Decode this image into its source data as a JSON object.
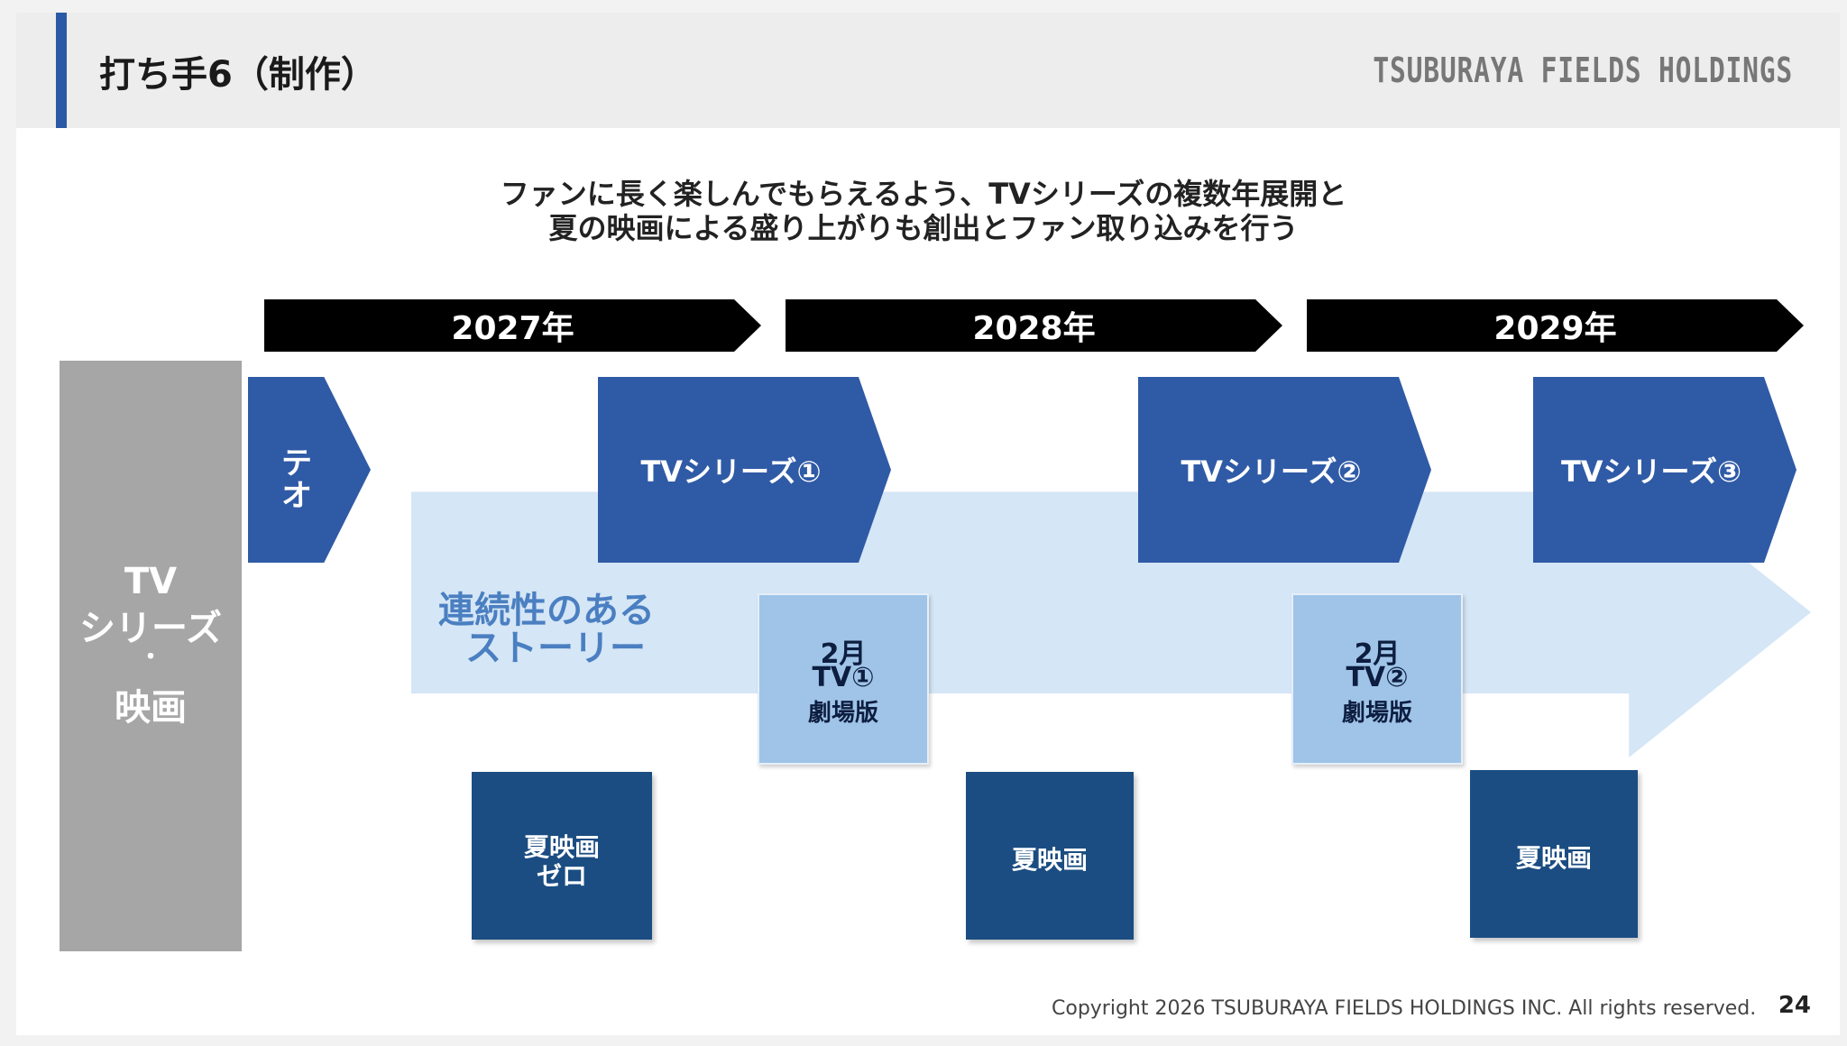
{
  "header": {
    "title": "打ち手6（制作）",
    "brand": "TSUBURAYA FIELDS HOLDINGS"
  },
  "subtitle": {
    "line1": "ファンに長く楽しんでもらえるよう、TVシリーズの複数年展開と",
    "line2": "夏の映画による盛り上がりも創出とファン取り込みを行う"
  },
  "years": [
    "2027年",
    "2028年",
    "2029年"
  ],
  "side_label": {
    "line1": "TV",
    "line2": "シリーズ",
    "line3": "・",
    "line4": "映画"
  },
  "teo": {
    "line1": "テ",
    "line2": "オ"
  },
  "story": {
    "line1": "連続性のある",
    "line2": "ストーリー"
  },
  "tv_series": [
    "TVシリーズ①",
    "TVシリーズ②",
    "TVシリーズ③"
  ],
  "movies_light": [
    {
      "month": "2月",
      "series": "TV①",
      "type": "劇場版"
    },
    {
      "month": "2月",
      "series": "TV②",
      "type": "劇場版"
    }
  ],
  "movies_dark": [
    {
      "line1": "夏映画",
      "line2": "ゼロ"
    },
    {
      "line1": "夏映画"
    },
    {
      "line1": "夏映画"
    }
  ],
  "footer": {
    "copyright": "Copyright 2026 TSUBURAYA FIELDS HOLDINGS INC. All rights reserved.",
    "page": "24"
  },
  "colors": {
    "accent_bar": "#2a5aa5",
    "tv_series_blue": "#2f5aa6",
    "movie_light": "#9fc4e8",
    "movie_dark": "#1b4d82",
    "story_arrow": "#d5e6f6",
    "side_block": "#a6a6a6"
  }
}
